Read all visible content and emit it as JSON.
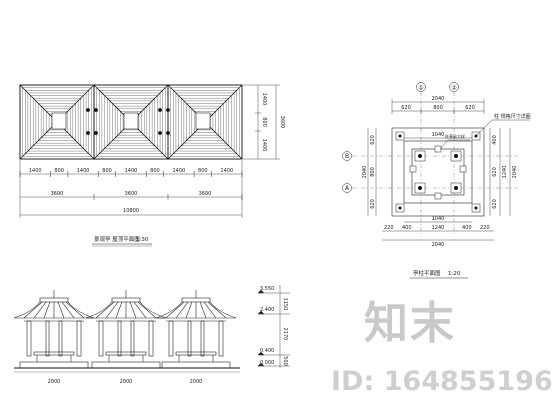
{
  "roof_plan": {
    "caption": "景观亭 屋顶平面图",
    "scale": "1:30",
    "seg_labels": [
      "1400",
      "800",
      "1400",
      "800",
      "1400",
      "800",
      "1400",
      "800",
      "1400"
    ],
    "module_labels": [
      "3600",
      "3600",
      "3600"
    ],
    "total_label": "10800",
    "right_labels": [
      "1400",
      "800",
      "1400"
    ],
    "right_total": "3600"
  },
  "elevation": {
    "levels": [
      "3.550",
      "2.400",
      "0.400",
      "0.000"
    ],
    "right_dims": [
      "1150",
      "2170",
      "500"
    ],
    "bottom_labels": [
      "2000",
      "2000",
      "2000"
    ]
  },
  "column_plan": {
    "caption": "亭柱平面图",
    "scale": "1:20",
    "axes_top": [
      "①",
      "②"
    ],
    "axes_side": [
      "B",
      "A"
    ],
    "top_total": "2040",
    "top_parts": [
      "620",
      "800",
      "620"
    ],
    "inner_top": "1040",
    "inner_bottom_total": "1040",
    "bottom_parts": [
      "220",
      "400",
      "1240",
      "400",
      "220"
    ],
    "bottom_total": "2040",
    "left_parts": [
      "620",
      "800",
      "620"
    ],
    "left_total": "2040",
    "right_parts": [
      "400",
      "620",
      "1240",
      "620"
    ],
    "right_total": "2040",
    "note_top": "柱 规格尺寸详图",
    "note_mid": "柱基础大样"
  },
  "watermark": {
    "brand": "知末",
    "id_text": "ID: 164855196"
  }
}
